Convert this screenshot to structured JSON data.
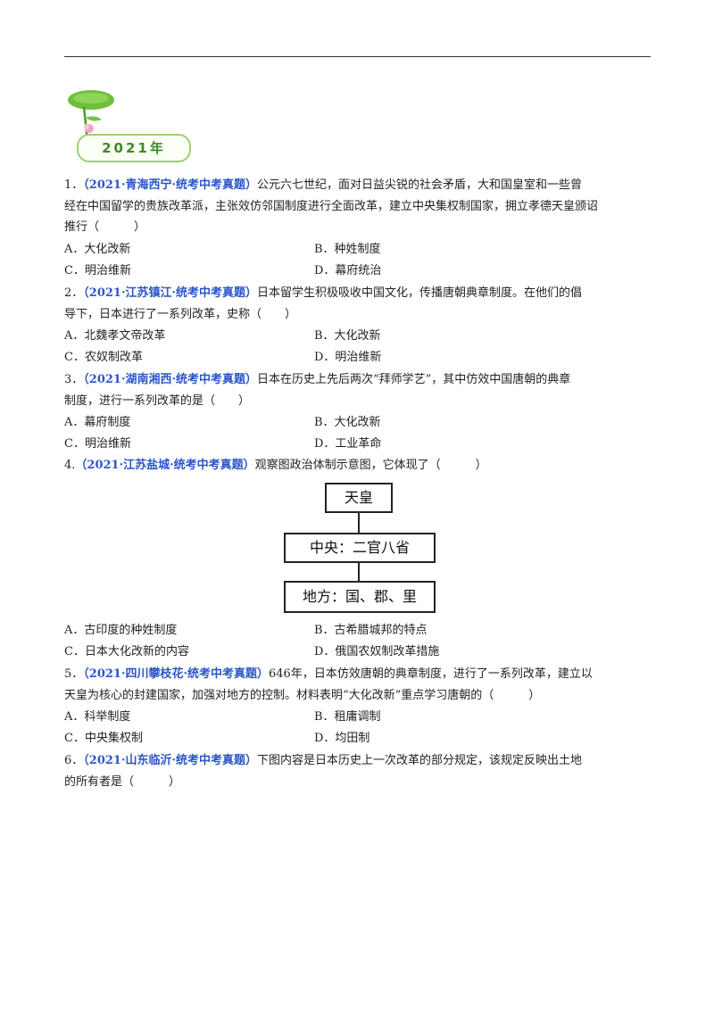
{
  "banner": {
    "year": "2021年"
  },
  "q1": {
    "num": "1．",
    "source": "（2021·青海西宁·统考中考真题）",
    "line1": "公元六七世纪，面对日益尖锐的社会矛盾，大和国皇室和一些曾",
    "line2": "经在中国留学的贵族改革派，主张效仿邻国制度进行全面改革，建立中央集权制国家，拥立孝德天皇颁诏",
    "line3": "推行（　　　）",
    "options": [
      "A．大化改新",
      "B．种姓制度",
      "C．明治维新",
      "D．幕府统治"
    ]
  },
  "q2": {
    "num": "2．",
    "source": "（2021·江苏镇江·统考中考真题）",
    "line1": "日本留学生积极吸收中国文化，传播唐朝典章制度。在他们的倡",
    "line2": "导下，日本进行了一系列改革，史称（　　）",
    "options": [
      "A．北魏孝文帝改革",
      "B．大化改新",
      "C．农奴制改革",
      "D．明治维新"
    ]
  },
  "q3": {
    "num": "3．",
    "source": "（2021·湖南湘西·统考中考真题）",
    "line1": "日本在历史上先后两次“拜师学艺”，其中仿效中国唐朝的典章",
    "line2": "制度，进行一系列改革的是（　　）",
    "options": [
      "A．幕府制度",
      "B．大化改新",
      "C．明治维新",
      "D．工业革命"
    ]
  },
  "q4": {
    "num": "4.",
    "source": "（2021·江苏盐城·统考中考真题）",
    "line1": "观察图政治体制示意图，它体现了（　　　）",
    "diagram": [
      "天皇",
      "中央：二官八省",
      "地方：国、郡、里"
    ],
    "options": [
      "A．古印度的种姓制度",
      "B．古希腊城邦的特点",
      "C．日本大化改新的内容",
      "D．俄国农奴制改革措施"
    ]
  },
  "q5": {
    "num": "5．",
    "source": "（2021·四川攀枝花·统考中考真题）",
    "line1": "646年，日本仿效唐朝的典章制度，进行了一系列改革，建立以",
    "line2": "天皇为核心的封建国家，加强对地方的控制。材料表明“大化改新”重点学习唐朝的（　　　）",
    "options": [
      "A．科举制度",
      "B．租庸调制",
      "C．中央集权制",
      "D．均田制"
    ]
  },
  "q6": {
    "num": "6．",
    "source": "（2021·山东临沂·统考中考真题）",
    "line1": "下图内容是日本历史上一次改革的部分规定，该规定反映出土地",
    "line2": "的所有者是（　　　）"
  }
}
